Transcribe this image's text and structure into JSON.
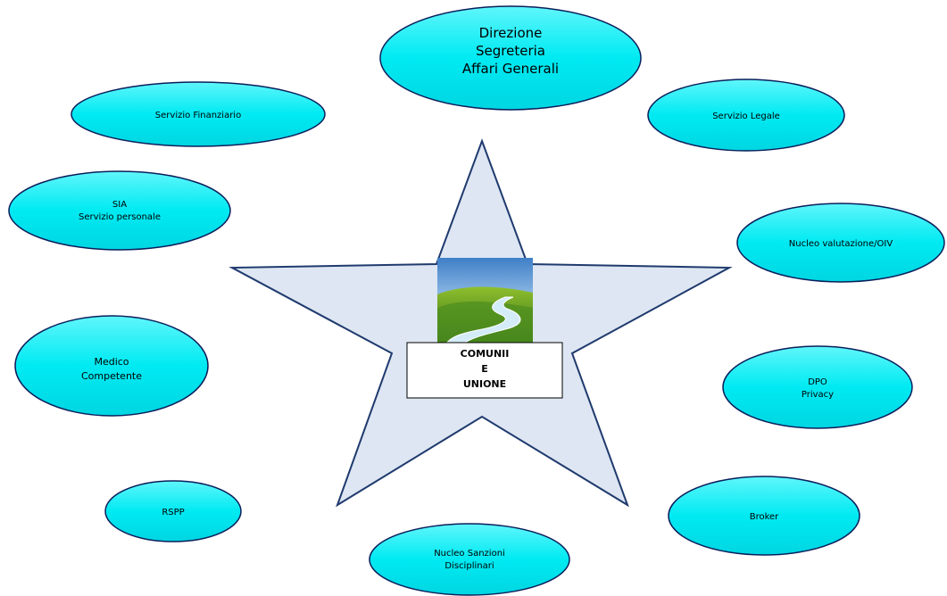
{
  "center": {
    "label_lines": [
      "COMUNII",
      "E",
      "UNIONE"
    ]
  },
  "nodes": [
    {
      "id": "direzione",
      "lines": [
        "Direzione",
        "Segreteria",
        "Affari Generali"
      ]
    },
    {
      "id": "finanziario",
      "lines": [
        "Servizio Finanziario"
      ]
    },
    {
      "id": "legale",
      "lines": [
        "Servizio Legale"
      ]
    },
    {
      "id": "sia",
      "lines": [
        "SIA",
        "Servizio personale"
      ]
    },
    {
      "id": "nucleo-valutazione",
      "lines": [
        "Nucleo valutazione/OIV"
      ]
    },
    {
      "id": "medico",
      "lines": [
        "Medico",
        "Competente"
      ]
    },
    {
      "id": "dpo",
      "lines": [
        "DPO",
        "Privacy"
      ]
    },
    {
      "id": "rspp",
      "lines": [
        "RSPP"
      ]
    },
    {
      "id": "broker",
      "lines": [
        "Broker"
      ]
    },
    {
      "id": "nucleo-sanzioni",
      "lines": [
        "Nucleo Sanzioni",
        "Disciplinari"
      ]
    }
  ],
  "colors": {
    "node_fill": "#00e8f0",
    "node_stroke": "#0a1f5c",
    "star_fill": "#dde6f2",
    "star_stroke": "#1f3a6e"
  }
}
